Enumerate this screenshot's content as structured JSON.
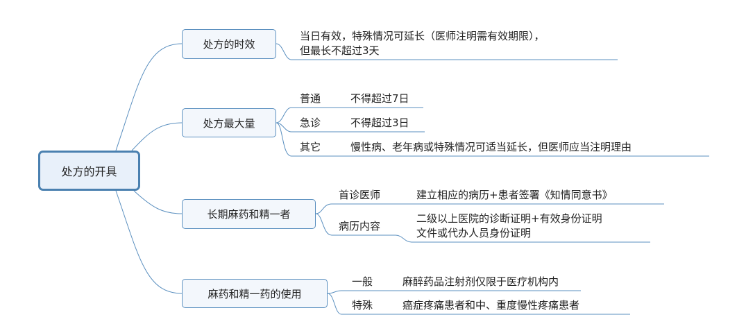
{
  "root": "处方的开具",
  "colors": {
    "line": "#5a8fbf",
    "node_border": "#4a80b0",
    "node_fill": "#f3f7fc"
  },
  "branches": [
    {
      "label": "处方的时效",
      "leaves": [
        {
          "text_lines": [
            "当日有效，特殊情况可延长（医师注明需有效期限），",
            "但最长不超过3天"
          ]
        }
      ]
    },
    {
      "label": "处方最大量",
      "leaves": [
        {
          "label": "普通",
          "value": "不得超过7日"
        },
        {
          "label": "急诊",
          "value": "不得超过3日"
        },
        {
          "label": "其它",
          "value": "慢性病、老年病或特殊情况可适当延长，但医师应当注明理由"
        }
      ]
    },
    {
      "label": "长期麻药和精一者",
      "leaves": [
        {
          "label": "首诊医师",
          "value": "建立相应的病历+患者签署《知情同意书》"
        },
        {
          "label": "病历内容",
          "value_lines": [
            "二级以上医院的诊断证明+有效身份证明",
            "文件或代办人员身份证明"
          ]
        }
      ]
    },
    {
      "label": "麻药和精一药的使用",
      "leaves": [
        {
          "label": "一般",
          "value": "麻醉药品注射剂仅限于医疗机构内"
        },
        {
          "label": "特殊",
          "value": "癌症疼痛患者和中、重度慢性疼痛患者"
        }
      ]
    }
  ]
}
